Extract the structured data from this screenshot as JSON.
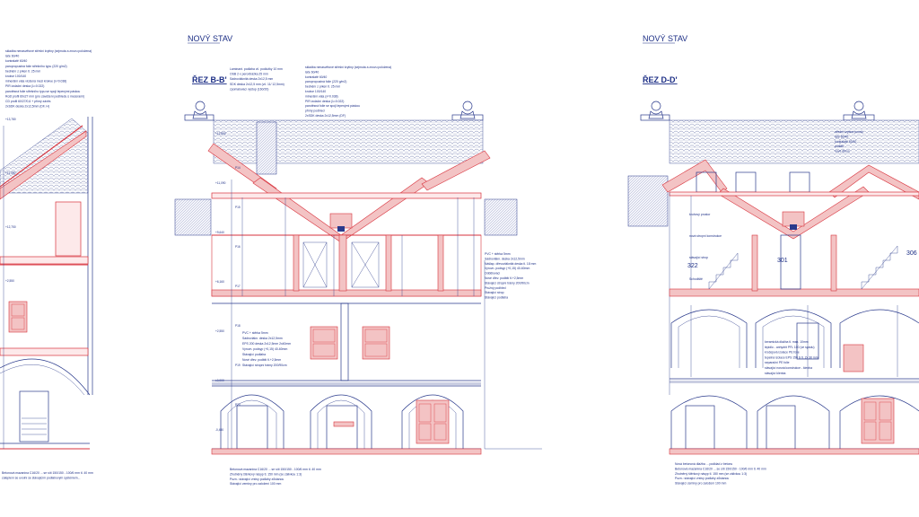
{
  "panels": [
    {
      "id": "left-partial",
      "title": "",
      "section": "",
      "notes_top": [
        "skladba nenasvětové střešní krytiny (sejmuta a znovu položena)",
        "laťe 60/40",
        "kontralatě 60/40",
        "paropropustná folie střešního typu (220 g/m2)",
        "bednění z prken tl. 25 mm",
        "krokve 100/140",
        "minerální vata vložená mezi krokve (λ=0.038)",
        "PIR izolační deska (λ=0.022)",
        "parotěsná folie střešního typu se spoji lepenými páskou",
        "Rošt profil 60x27 mm (pro zavěšení podhledu s mezerami)",
        "CD profil 60/27/0,6 + přímý závěs",
        "2xSDK deska 2x12,5mm (DF, H)"
      ],
      "notes_bottom": [
        "Betonová mazanina C16/20 ... se sítí 150/150 - 100/6 mm tl. 40 mm",
        "zateplení se uvolní se stávajícím podlahovým systémem..."
      ],
      "levels": [
        "+13,780",
        "+11,390",
        "+12,750",
        "+2,550"
      ]
    },
    {
      "id": "section-b",
      "title": "NOVÝ STAV",
      "section": "ŘEZ B-B'",
      "notes_top": [
        "Laminant. podlaha vč. podložky 10 mm",
        "OSB 2 x pero/drážka 25 mm",
        "Sádrovláknitá deska 2x12,5 mm",
        "SDK deska 2x12,5 mm (vč. 11/ 12,5mm)",
        "zpomalovací výstup (160/20)"
      ],
      "notes_side": [
        "skladba nenasvětové střešní krytiny (sejmuta a znovu položena)",
        "laťe 60/40",
        "kontralatě 60/40",
        "paropropustná folie (220 g/m2)",
        "bednění z prken tl. 25 mm",
        "krokve 100/140",
        "minerální vata (λ=0.038)",
        "PIR izolační deska (λ=0.022)",
        "parotěsná folie se spoji lepenými páskou",
        "přímý podhled",
        "2xSDK deska 2x12,5mm (DF)"
      ],
      "callouts": [
        "PVC + stěrka 5mm",
        "Sádrovlákn. deska 2x12,5mm",
        "EPS 200 deska 2x12,5mm 2x40mm",
        "Vyrovn. podsyp (+0,15) 40-60mm",
        "Stávající podlaha",
        "Nové dřev. podbití tl.+2,5mm",
        "Stávající stropní trámy 200/90cm"
      ],
      "right_callouts": [
        "PVC + stěrka 5mm",
        "Sádrovlákn. deska 2x12,5mm",
        "Nášlap. dřevovláknitá deska tl. 18 mm",
        "Vyrovn. podsyp (+0,15) 40-60mm",
        "Oddělovací",
        "Nové dřev. podbití tl.+2,5mm",
        "Stávající stropní trámy 200/90cm",
        "Pružný podhled",
        "Stávající strop",
        "Stávající podlaha"
      ],
      "notes_bottom": [
        "Betonová mazanina C16/20 ... se sítí 150/150 - 100/6 mm tl. 40 mm",
        "Zhutněný štěrkový násyp tl. 150 mm (se zálivkou 1:3)",
        "Pozn.: stávající vrstvy podlahy zůstanou",
        "Stávající zeminy pro založení 100 mm"
      ],
      "levels": [
        "+12,890",
        "+11,090",
        "+9,640",
        "+6,160",
        "+2,550",
        "±0,000",
        "-0,450"
      ],
      "rooms": [
        "P14",
        "P15",
        "P16",
        "P17",
        "P18",
        "P19",
        "P20"
      ]
    },
    {
      "id": "section-d",
      "title": "NOVÝ STAV",
      "section": "ŘEZ D-D'",
      "notes_top": [
        "střešní krytina (nová)",
        "laťe 60/40",
        "kontralatě 60/40",
        "podbití",
        "nové dřevo"
      ],
      "labels": [
        "kruhový prostor",
        "nová stropní konstrukce",
        "stávající strop",
        "Schodiště"
      ],
      "callouts": [
        "keramická dlažba tl. max. 10mm",
        "lepidlo - anhydrit PFL 100 (ve spádu)",
        "kročejová izolace PE folie",
        "tepelná izolace EPS 150 S tl. 2x 30 mm",
        "separační PE folie",
        "stávající nosná konstrukce - klenba",
        "stávající klenba"
      ],
      "notes_bottom": [
        "Nová betonová dlažba ... podklad z betonu",
        "Betonová mazanina C16/20 ... se sítí 150/150 - 100/6 mm tl. 40 mm",
        "Zhutněný štěrkový násyp tl. 150 mm (se zálivkou 1:3)",
        "Pozn.: stávající vrstvy podlahy zůstanou",
        "Stávající zeminy pro založení 100 mm"
      ],
      "room_numbers": [
        "322",
        "301",
        "306"
      ]
    }
  ],
  "colors": {
    "ink": "#2a3a8c",
    "new_construction": "#d8323c",
    "new_fill": "#fde9ea"
  }
}
